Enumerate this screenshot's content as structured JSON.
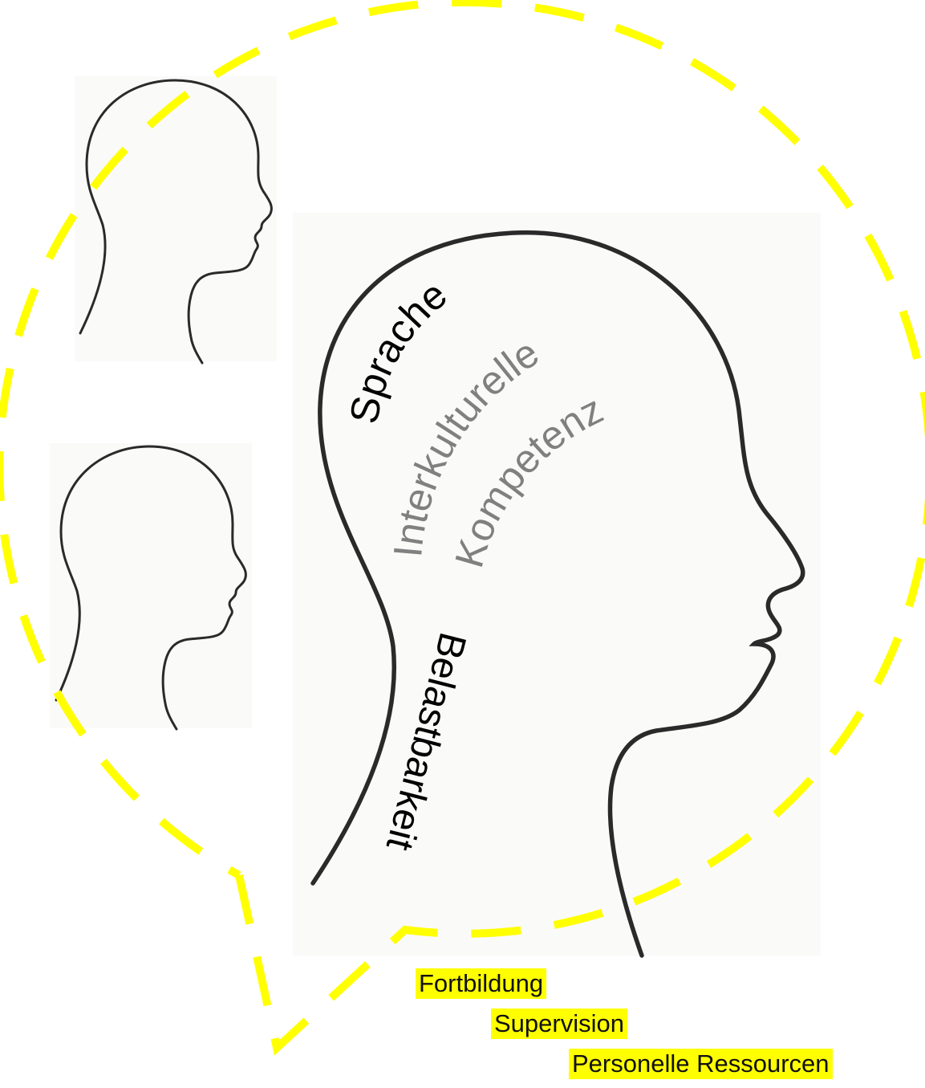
{
  "labels": {
    "sprache": "Sprache",
    "interkulturelle": "Interkulturelle",
    "kompetenz": "Kompetenz",
    "belastbarkeit": "Belastbarkeit"
  },
  "resources": [
    "Fortbildung",
    "Supervision",
    "Personelle Ressourcen"
  ],
  "colors": {
    "bubble_outline": "#ffff00",
    "highlight": "#ffff00",
    "head_outline": "#2a2a2a",
    "primary_text": "#000000",
    "secondary_text": "#808080"
  }
}
